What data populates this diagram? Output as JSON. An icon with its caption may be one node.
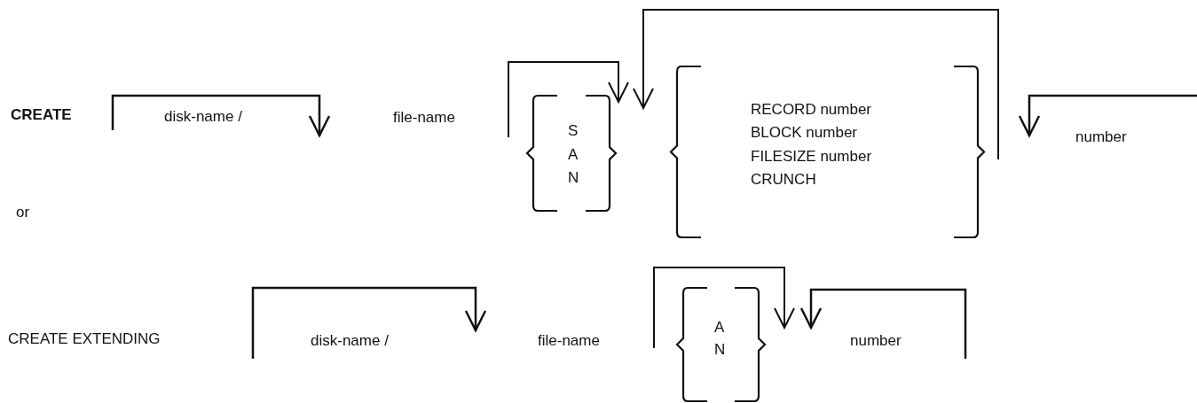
{
  "diagram": {
    "labels": [
      "CREATE",
      "disk-name /",
      "file-name",
      "S",
      "A",
      "N",
      "RECORD number",
      "BLOCK number",
      "FILESIZE number",
      "CRUNCH",
      "number",
      "or",
      "CREATE EXTENDING",
      "disk-name /",
      "file-name",
      "A",
      "N",
      "number"
    ]
  }
}
